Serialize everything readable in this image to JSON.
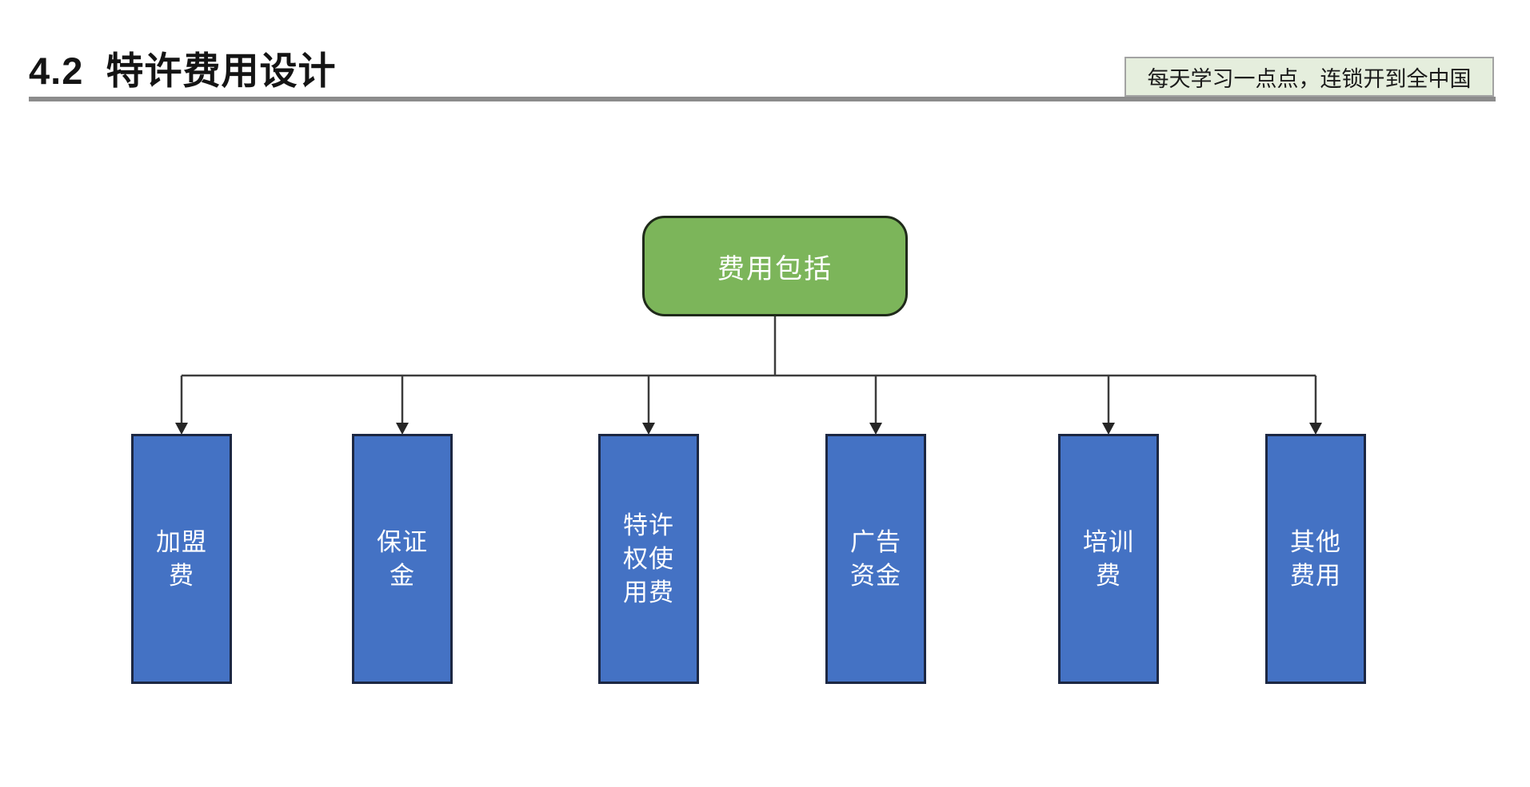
{
  "header": {
    "title": "4.2  特许费用设计",
    "slogan": "每天学习一点点，连锁开到全中国"
  },
  "diagram": {
    "root": {
      "label": "费用包括"
    },
    "children": [
      {
        "label": "加盟\n费"
      },
      {
        "label": "保证\n金"
      },
      {
        "label": "特许\n权使\n用费"
      },
      {
        "label": "广告\n资金"
      },
      {
        "label": "培训\n费"
      },
      {
        "label": "其他\n费用"
      }
    ],
    "colors": {
      "root_fill": "#7cb55a",
      "child_fill": "#4472c4",
      "connector": "#3c3c3c",
      "banner_bg": "#e5eedd",
      "banner_border": "#a3a3a3",
      "underline": "#8c8c8c"
    }
  }
}
